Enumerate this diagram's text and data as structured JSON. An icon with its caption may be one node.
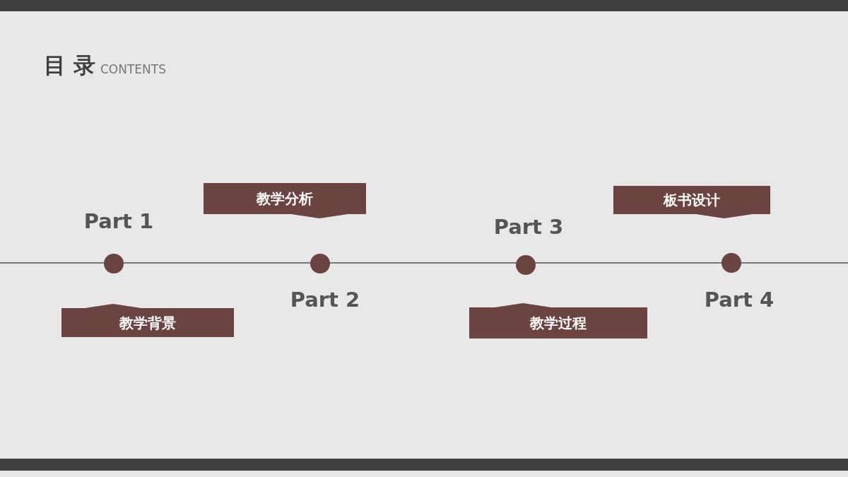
{
  "diagram": {
    "title": "目 录",
    "nodes": [
      {
        "text": [],
        "shape": "circle",
        "beside": [
          "Part 1"
        ]
      },
      {
        "text": [
          "教学背景"
        ]
      },
      {
        "text": [],
        "shape": "circle",
        "beside": [
          "Part 2"
        ]
      },
      {
        "text": [
          "教学分析"
        ]
      },
      {
        "text": [],
        "shape": "circle",
        "beside": [
          "Part 3"
        ]
      },
      {
        "text": [
          "教学过程"
        ]
      },
      {
        "text": [],
        "shape": "circle",
        "beside": [
          "Part 4"
        ]
      },
      {
        "text": [
          "板书设计"
        ]
      }
    ],
    "labels": [
      "CONTENTS"
    ]
  }
}
